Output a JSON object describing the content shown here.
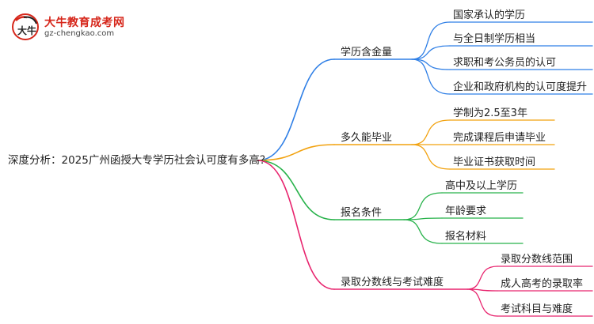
{
  "logo": {
    "title": "大牛教育成考网",
    "url": "gz-chengkao.com",
    "mark_text": "大牛"
  },
  "root": "深度分析：2025广州函授大专学历社会认可度有多高？",
  "branches": [
    {
      "label": "学历含金量",
      "color": "#2f7fe6",
      "children": [
        "国家承认的学历",
        "与全日制学历相当",
        "求职和考公务员的认可",
        "企业和政府机构的认可度提升"
      ]
    },
    {
      "label": "多久能毕业",
      "color": "#f2a20f",
      "children": [
        "学制为2.5至3年",
        "完成课程后申请毕业",
        "毕业证书获取时间"
      ]
    },
    {
      "label": "报名条件",
      "color": "#27b24a",
      "children": [
        "高中及以上学历",
        "年龄要求",
        "报名材料"
      ]
    },
    {
      "label": "录取分数线与考试难度",
      "color": "#e8246e",
      "children": [
        "录取分数线范围",
        "成人高考的录取率",
        "考试科目与难度"
      ]
    }
  ]
}
